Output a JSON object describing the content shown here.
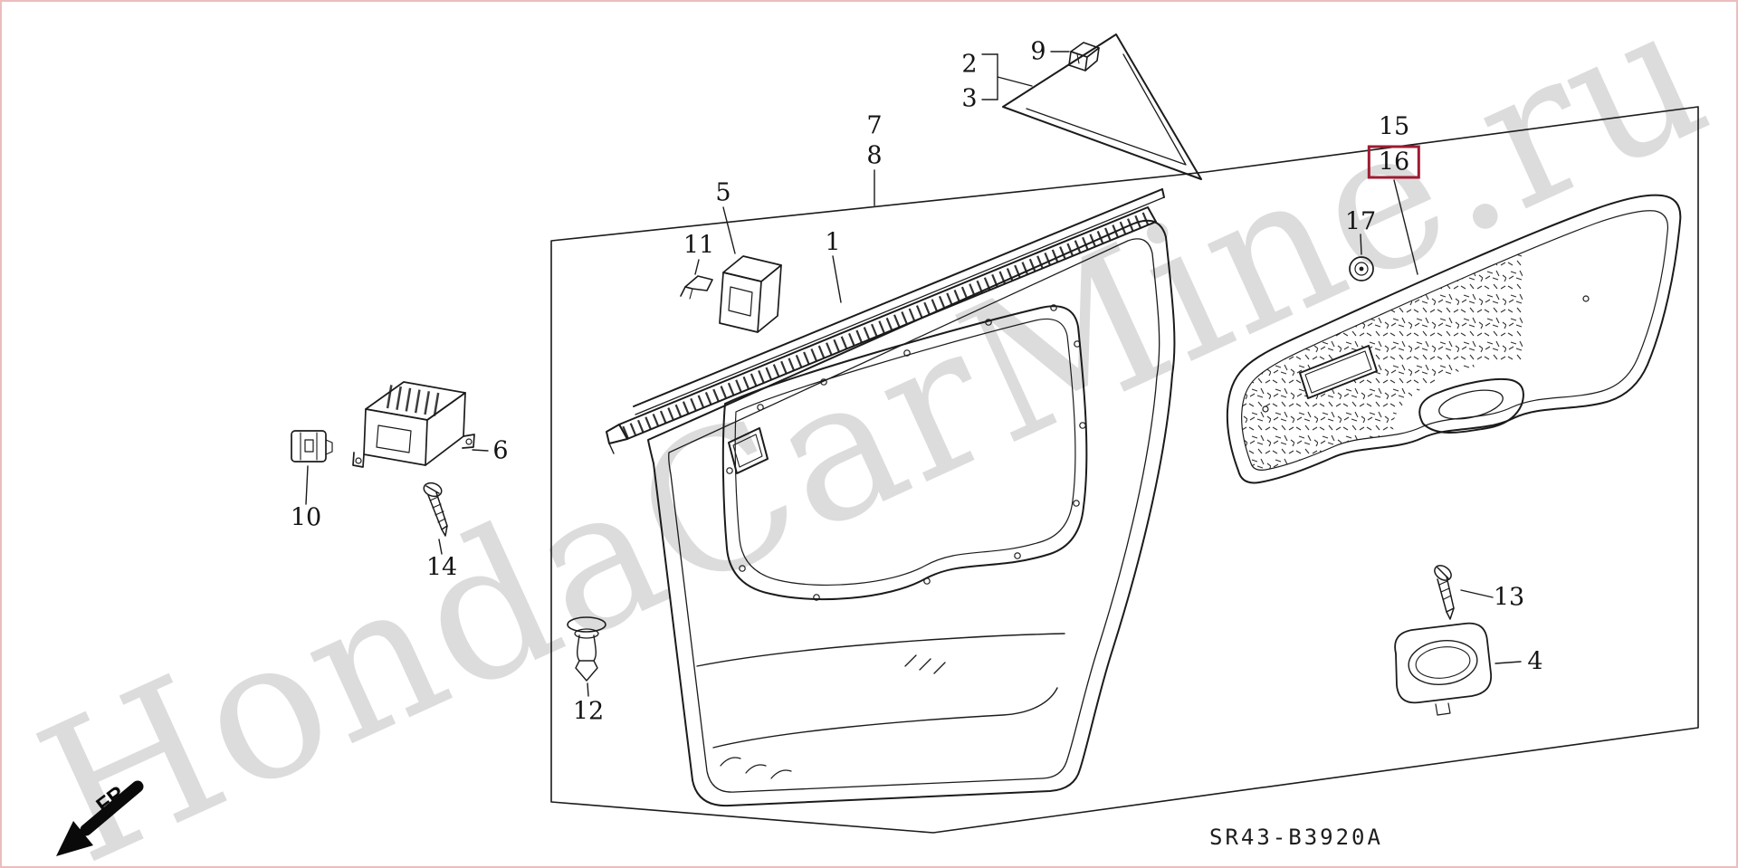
{
  "watermark": "HondaCarMine.ru",
  "diagram_code": "SR43-B3920A",
  "direction_label": "FR.",
  "highlighted_part": "16",
  "highlight_color": "#9e1b32",
  "part_labels": {
    "p1": "1",
    "p2": "2",
    "p3": "3",
    "p4": "4",
    "p5": "5",
    "p6": "6",
    "p7": "7",
    "p8": "8",
    "p9": "9",
    "p10": "10",
    "p11": "11",
    "p12": "12",
    "p13": "13",
    "p14": "14",
    "p15": "15",
    "p16": "16",
    "p17": "17"
  }
}
